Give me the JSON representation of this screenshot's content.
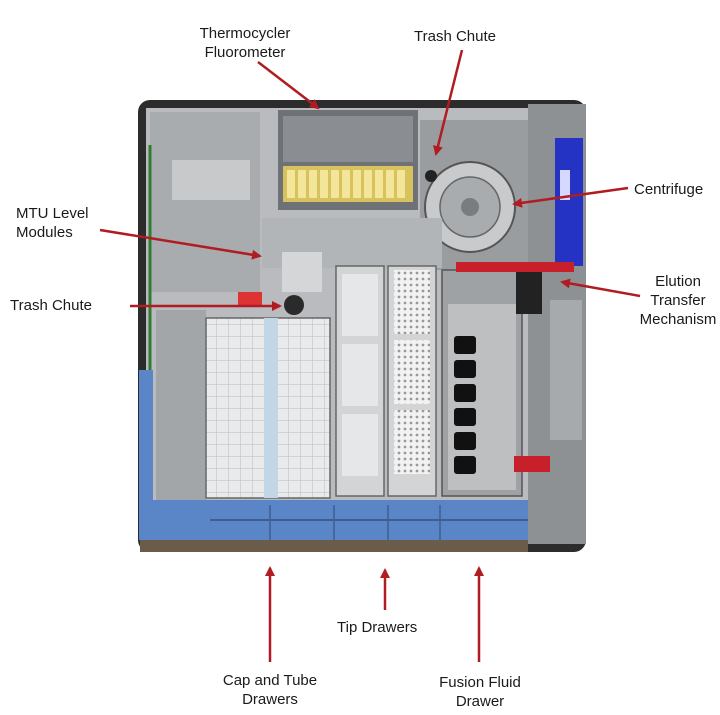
{
  "labels": {
    "thermocycler_line1": "Thermocycler",
    "thermocycler_line2": "Fluorometer",
    "trash_chute_top": "Trash Chute",
    "centrifuge": "Centrifuge",
    "mtu_line1": "MTU Level",
    "mtu_line2": "Modules",
    "trash_chute_left": "Trash Chute",
    "elution_line1": "Elution",
    "elution_line2": "Transfer",
    "elution_line3": "Mechanism",
    "tip_drawers": "Tip Drawers",
    "cap_line1": "Cap and Tube",
    "cap_line2": "Drawers",
    "fusion_line1": "Fusion Fluid",
    "fusion_line2": "Drawer"
  },
  "colors": {
    "arrow": "#b01c22",
    "frame": "#3a3a3a",
    "panel": "#c9cbcd",
    "drawer_blue": "#5a86c8",
    "rack_yellow": "#e8d77a",
    "accent_blue": "#2433c4"
  }
}
